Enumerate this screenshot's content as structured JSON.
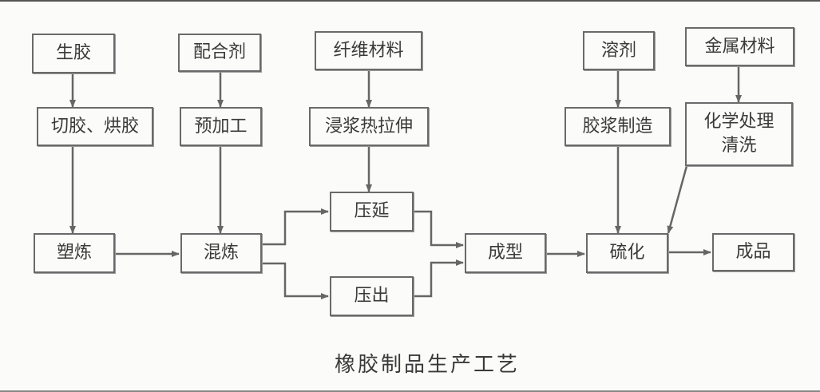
{
  "title": "橡胶制品生产工艺",
  "nodes": {
    "raw_rubber": "生胶",
    "compounding_agent": "配合剂",
    "fiber_material": "纤维材料",
    "solvent": "溶剂",
    "metal_material": "金属材料",
    "cutting_drying": "切胶、烘胶",
    "preprocessing": "预加工",
    "dipping_stretching": "浸浆热拉伸",
    "cement_making": "胶浆制造",
    "chemical_cleaning": "化学处理\n清洗",
    "plasticating": "塑炼",
    "mixing": "混炼",
    "calendering": "压延",
    "extrusion": "压出",
    "forming": "成型",
    "vulcanization": "硫化",
    "product": "成品"
  }
}
